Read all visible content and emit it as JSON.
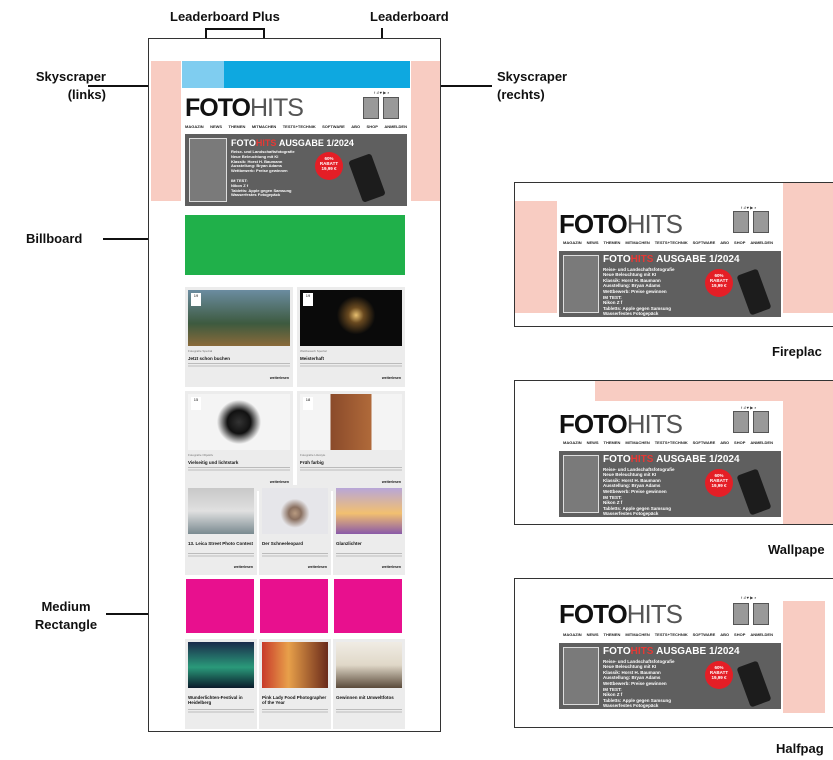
{
  "labels": {
    "leaderboard_plus": "Leaderboard Plus",
    "leaderboard": "Leaderboard",
    "skyscraper_left": [
      "Skyscraper",
      "(links)"
    ],
    "skyscraper_right": [
      "Skyscraper",
      "(rechts)"
    ],
    "billboard": "Billboard",
    "medium_rectangle": [
      "Medium",
      "Rectangle"
    ],
    "fireplace": "Fireplac",
    "wallpaper": "Wallpape",
    "halfpage": "Halfpag"
  },
  "site": {
    "logo_bold": "FOTO",
    "logo_light": "HITS",
    "social_text": "f  Ⅎ  ♥  ▶  ⌕",
    "nav": [
      "MAGAZIN",
      "NEWS",
      "THEMEN",
      "MITMACHEN",
      "TESTS+TECHNIK",
      "SOFTWARE",
      "ABO",
      "SHOP",
      "ANMELDEN"
    ],
    "hero": {
      "title_bold": "FOTO",
      "title_light": "HITS",
      "title_rest": "AUSGABE 1/2024",
      "lines": [
        "Reise- und Landschaftsfotografie",
        "Neue Beleuchtung mit KI",
        "Klassik: Horst H. Baumann",
        "Ausstellung: Bryan Adams",
        "Wettbewerb: Preise gewinnen"
      ],
      "test_lines": [
        "IM TEST:",
        "Nikon Z f",
        "Tabletts: Apple gegen Samsung",
        "Wasserfestes Fotogepäck"
      ],
      "badge": [
        "60%",
        "RABATT",
        "19,99 €"
      ]
    }
  },
  "articles_row1": [
    {
      "date": "19",
      "meta": "Fotografie  Spezial",
      "title": "Jetzt schon buchen",
      "more": "weiterlesen"
    },
    {
      "date": "19",
      "meta": "Wettbewerb  Spezial",
      "title": "Meisterhaft",
      "more": "weiterlesen"
    }
  ],
  "articles_row2": [
    {
      "date": "15",
      "meta": "Fotografie  Objektiv",
      "title": "Vielseitig und lichtstark",
      "more": "weiterlesen"
    },
    {
      "date": "18",
      "meta": "Fotografie  Lifestyle",
      "title": "Früh farbig",
      "more": "weiterlesen"
    }
  ],
  "articles_row3": [
    {
      "title": "13. Leica Street Photo Contest",
      "more": "weiterlesen"
    },
    {
      "title": "Der Schneeleopard",
      "more": "weiterlesen"
    },
    {
      "title": "Glanzlichter",
      "more": "weiterlesen"
    }
  ],
  "articles_row4": [
    {
      "title": "Wunderlichten-Festival in Heidelberg"
    },
    {
      "title": "Pink Lady Food Photographer of the Year"
    },
    {
      "title": "Gewinnen mit Umweltfotos"
    }
  ],
  "colors": {
    "leaderboard_plus": "#7fcdf0",
    "leaderboard": "#0ea8e0",
    "skyscraper": "#f8ccc2",
    "billboard": "#20b04a",
    "medium_rectangle": "#e8108e",
    "ad_highlight": "#f8ccc2"
  }
}
